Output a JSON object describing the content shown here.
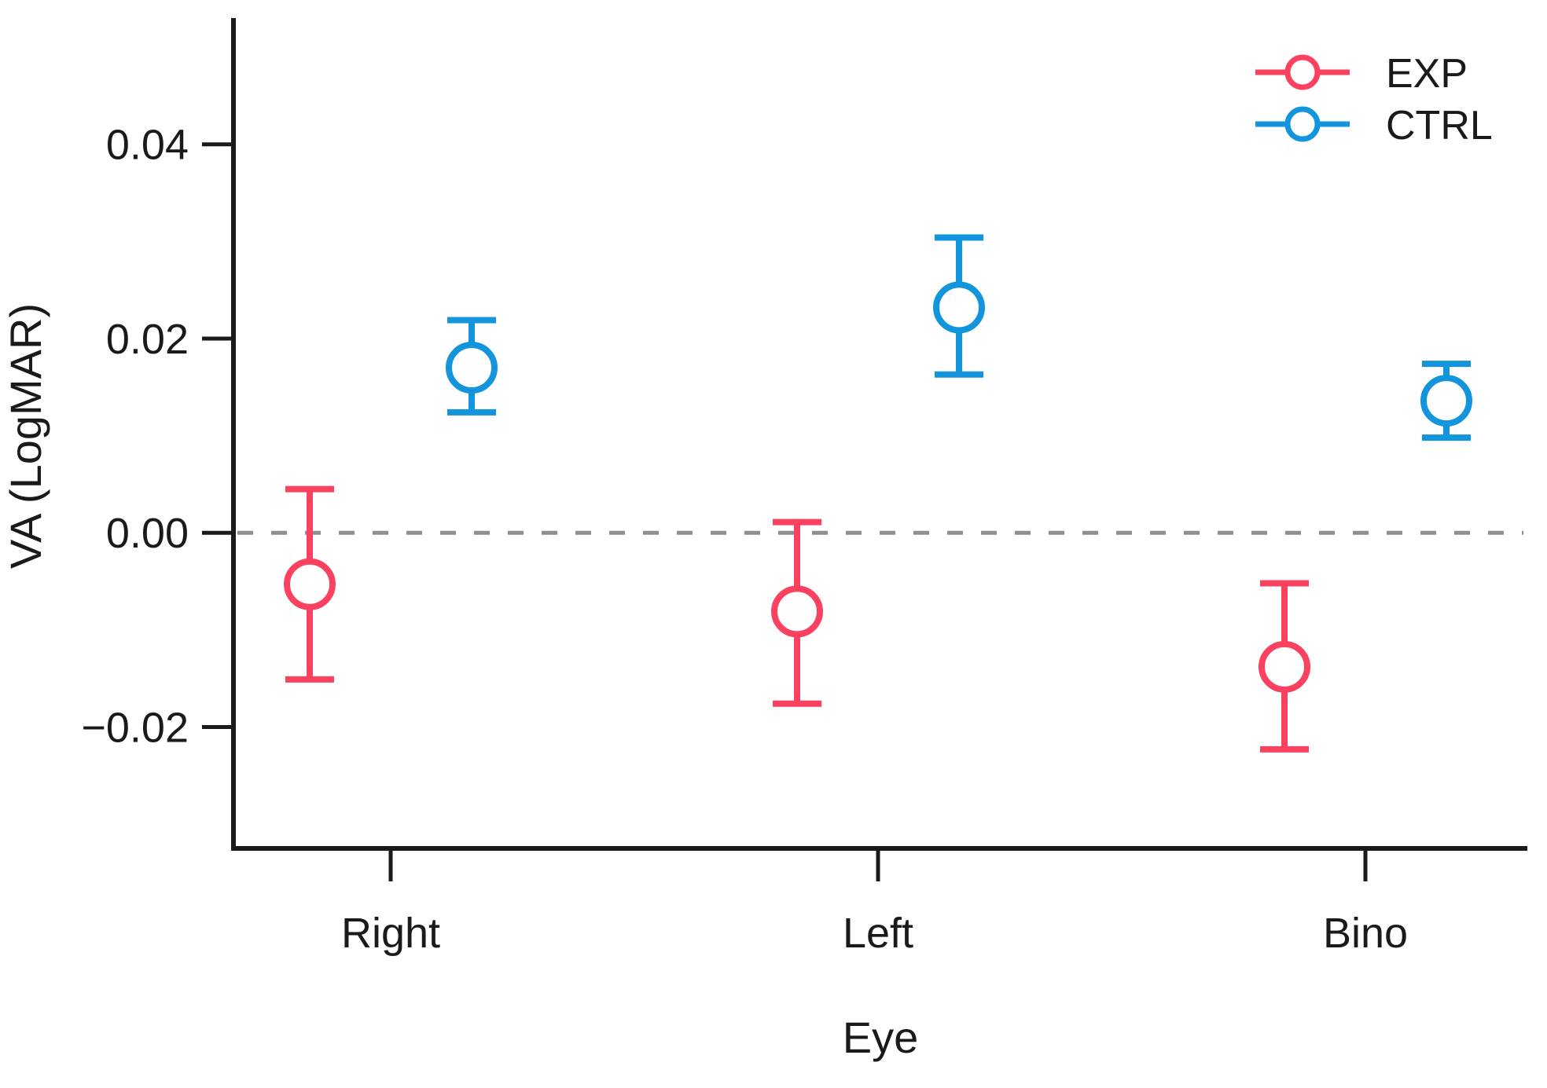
{
  "figure": {
    "background": "#ffffff",
    "axis_color": "#1a1a1a",
    "text_color": "#1a1a1a"
  },
  "chart_data": {
    "type": "scatter",
    "subtype": "dodged point estimates with error bars",
    "title": "",
    "xlabel": "Eye",
    "ylabel": "VA (LogMAR)",
    "categories": [
      "Right",
      "Left",
      "Bino"
    ],
    "ylim": [
      -0.0325,
      0.053
    ],
    "y_ticks": [
      {
        "value": 0.04,
        "label": "0.04"
      },
      {
        "value": 0.02,
        "label": "0.02"
      },
      {
        "value": 0.0,
        "label": "0.00"
      },
      {
        "value": -0.02,
        "label": "−0.02"
      }
    ],
    "grid": false,
    "reference_line": {
      "y": 0,
      "style": "dashed",
      "color": "#8f8f8f"
    },
    "legend": {
      "position": "top-right",
      "entries": [
        "EXP",
        "CTRL"
      ]
    },
    "series": [
      {
        "name": "EXP",
        "color": "#fa4160",
        "marker": "open-circle",
        "points": [
          {
            "category": "Right",
            "mean": -0.0053,
            "lower": -0.0151,
            "upper": 0.0045
          },
          {
            "category": "Left",
            "mean": -0.0081,
            "lower": -0.0176,
            "upper": 0.0011
          },
          {
            "category": "Bino",
            "mean": -0.0138,
            "lower": -0.0223,
            "upper": -0.0052
          }
        ]
      },
      {
        "name": "CTRL",
        "color": "#1295dc",
        "marker": "open-circle",
        "points": [
          {
            "category": "Right",
            "mean": 0.017,
            "lower": 0.0124,
            "upper": 0.0219
          },
          {
            "category": "Left",
            "mean": 0.0232,
            "lower": 0.0163,
            "upper": 0.0304
          },
          {
            "category": "Bino",
            "mean": 0.0136,
            "lower": 0.0098,
            "upper": 0.0174
          }
        ]
      }
    ]
  }
}
